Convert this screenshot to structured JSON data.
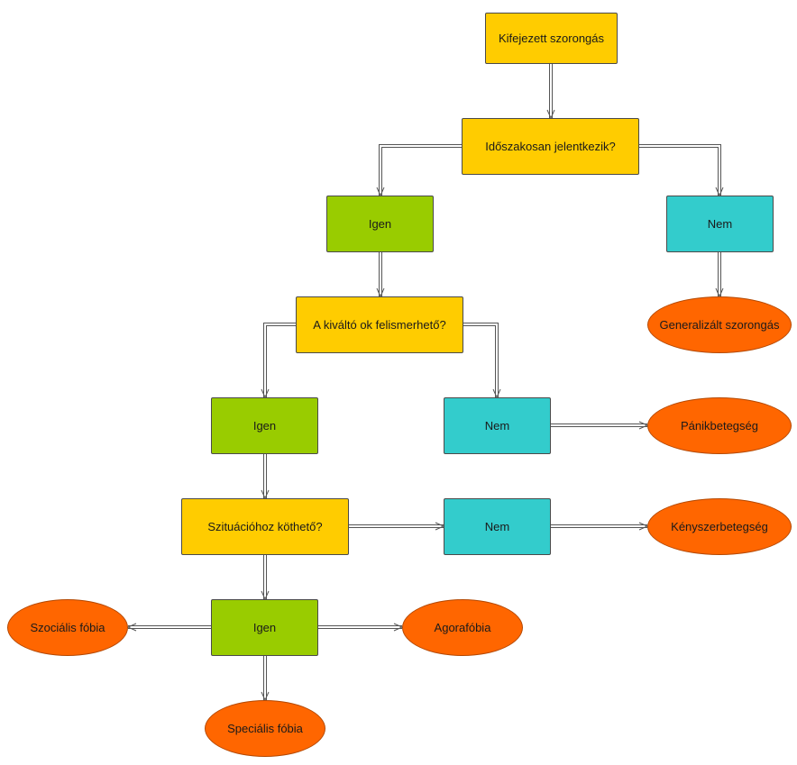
{
  "nodes": {
    "kifejezett": "Kifejezett szorongás",
    "idoszakosan": "Időszakosan jelentkezik?",
    "igen1": "Igen",
    "nem1": "Nem",
    "generalizalt": "Generalizált szorongás",
    "kivalto": "A kiváltó ok felismerhető?",
    "igen2": "Igen",
    "nem2": "Nem",
    "panik": "Pánikbetegség",
    "szituacio": "Szituációhoz köthető?",
    "nem3": "Nem",
    "kenyszer": "Kényszerbetegség",
    "igen3": "Igen",
    "szocialis": "Szociális fóbia",
    "agora": "Agorafóbia",
    "specialis": "Speciális fóbia"
  },
  "edges": [
    {
      "from": "kifejezett",
      "to": "idoszakosan"
    },
    {
      "from": "idoszakosan",
      "to": "igen1"
    },
    {
      "from": "idoszakosan",
      "to": "nem1"
    },
    {
      "from": "nem1",
      "to": "generalizalt"
    },
    {
      "from": "igen1",
      "to": "kivalto"
    },
    {
      "from": "kivalto",
      "to": "igen2"
    },
    {
      "from": "kivalto",
      "to": "nem2"
    },
    {
      "from": "nem2",
      "to": "panik"
    },
    {
      "from": "igen2",
      "to": "szituacio"
    },
    {
      "from": "szituacio",
      "to": "nem3"
    },
    {
      "from": "nem3",
      "to": "kenyszer"
    },
    {
      "from": "szituacio",
      "to": "igen3"
    },
    {
      "from": "igen3",
      "to": "szocialis"
    },
    {
      "from": "igen3",
      "to": "agora"
    },
    {
      "from": "igen3",
      "to": "specialis"
    }
  ],
  "colors": {
    "question": "#ffcc00",
    "yes": "#99cc00",
    "no": "#33cccc",
    "outcome": "#ff6600",
    "connector": "#555555"
  }
}
